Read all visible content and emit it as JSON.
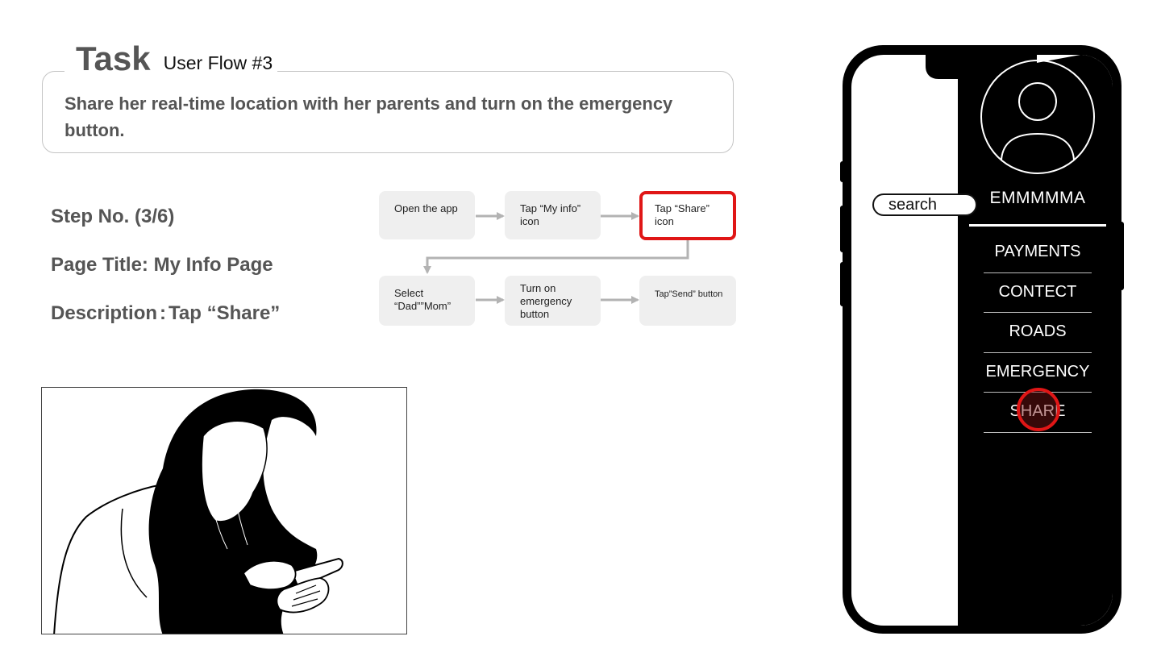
{
  "task": {
    "title": "Task",
    "subtitle": "User Flow #3",
    "description": "Share her real-time location with her parents and turn on the emergency button."
  },
  "step_info": {
    "step": "Step No. (3/6)",
    "page_title": "Page Title: My Info Page",
    "description_label": "Description",
    "description_sep": ":",
    "description_value": "Tap “Share”"
  },
  "flow": {
    "steps": [
      {
        "label": "Open the app",
        "highlight": false
      },
      {
        "label": "Tap  “My info” icon",
        "highlight": false
      },
      {
        "label": "Tap “Share” icon",
        "highlight": true
      },
      {
        "label": "Select “Dad””Mom”",
        "highlight": false
      },
      {
        "label": "Turn on emergency button",
        "highlight": false
      },
      {
        "label": "Tap”Send” button",
        "highlight": false
      }
    ],
    "highlight_color": "#e01616",
    "box_color": "#efefef",
    "arrow_color": "#b3b3b3"
  },
  "illustration": {
    "subject": "woman-using-phone-sketch"
  },
  "phone": {
    "search_placeholder": "search",
    "user_name": "EMMMMMA",
    "menu": [
      "PAYMENTS",
      "CONTECT",
      "ROADS",
      "EMERGENCY",
      "SHARE"
    ],
    "tapped_item": "SHARE",
    "drawer_color": "#000000",
    "tap_marker_color": "#e01616"
  }
}
